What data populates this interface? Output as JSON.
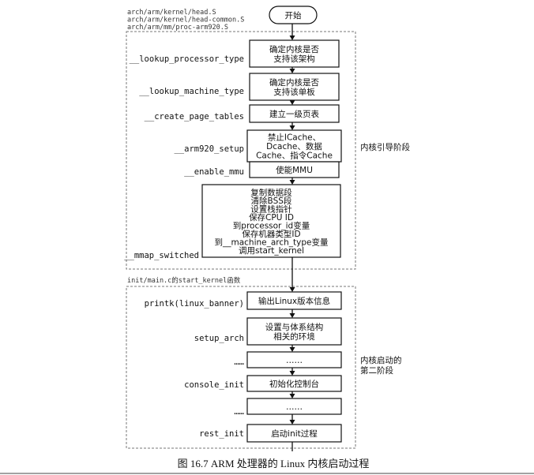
{
  "source_files_1": [
    "arch/arm/kernel/head.S",
    "arch/arm/kernel/head-common.S",
    "arch/arm/mm/proc-arm920.S"
  ],
  "source_files_2": [
    "init/main.c的start_kernel函数"
  ],
  "start_label": "开始",
  "steps": [
    {
      "fn": "__lookup_processor_type",
      "lines": [
        "确定内核是否",
        "支持该架构"
      ]
    },
    {
      "fn": "__lookup_machine_type",
      "lines": [
        "确定内核是否",
        "支持该单板"
      ]
    },
    {
      "fn": "__create_page_tables",
      "lines": [
        "建立一级页表"
      ]
    },
    {
      "fn": "__arm920_setup",
      "lines": [
        "禁止ICache、",
        "Dcache、数据",
        "Cache、指令Cache"
      ]
    },
    {
      "fn": "__enable_mmu",
      "lines": [
        "使能MMU"
      ]
    },
    {
      "fn": "__mmap_switched",
      "lines": [
        "复制数据段",
        "清除BSS段",
        "设置栈指针",
        "保存CPU ID",
        "到processor_id变量",
        "保存机器类型ID",
        "到__machine_arch_type变量",
        "调用start_kernel"
      ]
    },
    {
      "fn": "printk(linux_banner)",
      "lines": [
        "输出Linux版本信息"
      ]
    },
    {
      "fn": "setup_arch",
      "lines": [
        "设置与体系结构",
        "相关的环境"
      ]
    },
    {
      "fn": "……",
      "lines": [
        "……"
      ]
    },
    {
      "fn": "console_init",
      "lines": [
        "初始化控制台"
      ]
    },
    {
      "fn": "……",
      "lines": [
        "……"
      ]
    },
    {
      "fn": "rest_init",
      "lines": [
        "启动init过程"
      ]
    }
  ],
  "stage_labels": [
    {
      "lines": [
        "内核引导阶段"
      ]
    },
    {
      "lines": [
        "内核启动的",
        "第二阶段"
      ]
    }
  ],
  "caption": "图 16.7   ARM 处理器的 Linux 内核启动过程"
}
